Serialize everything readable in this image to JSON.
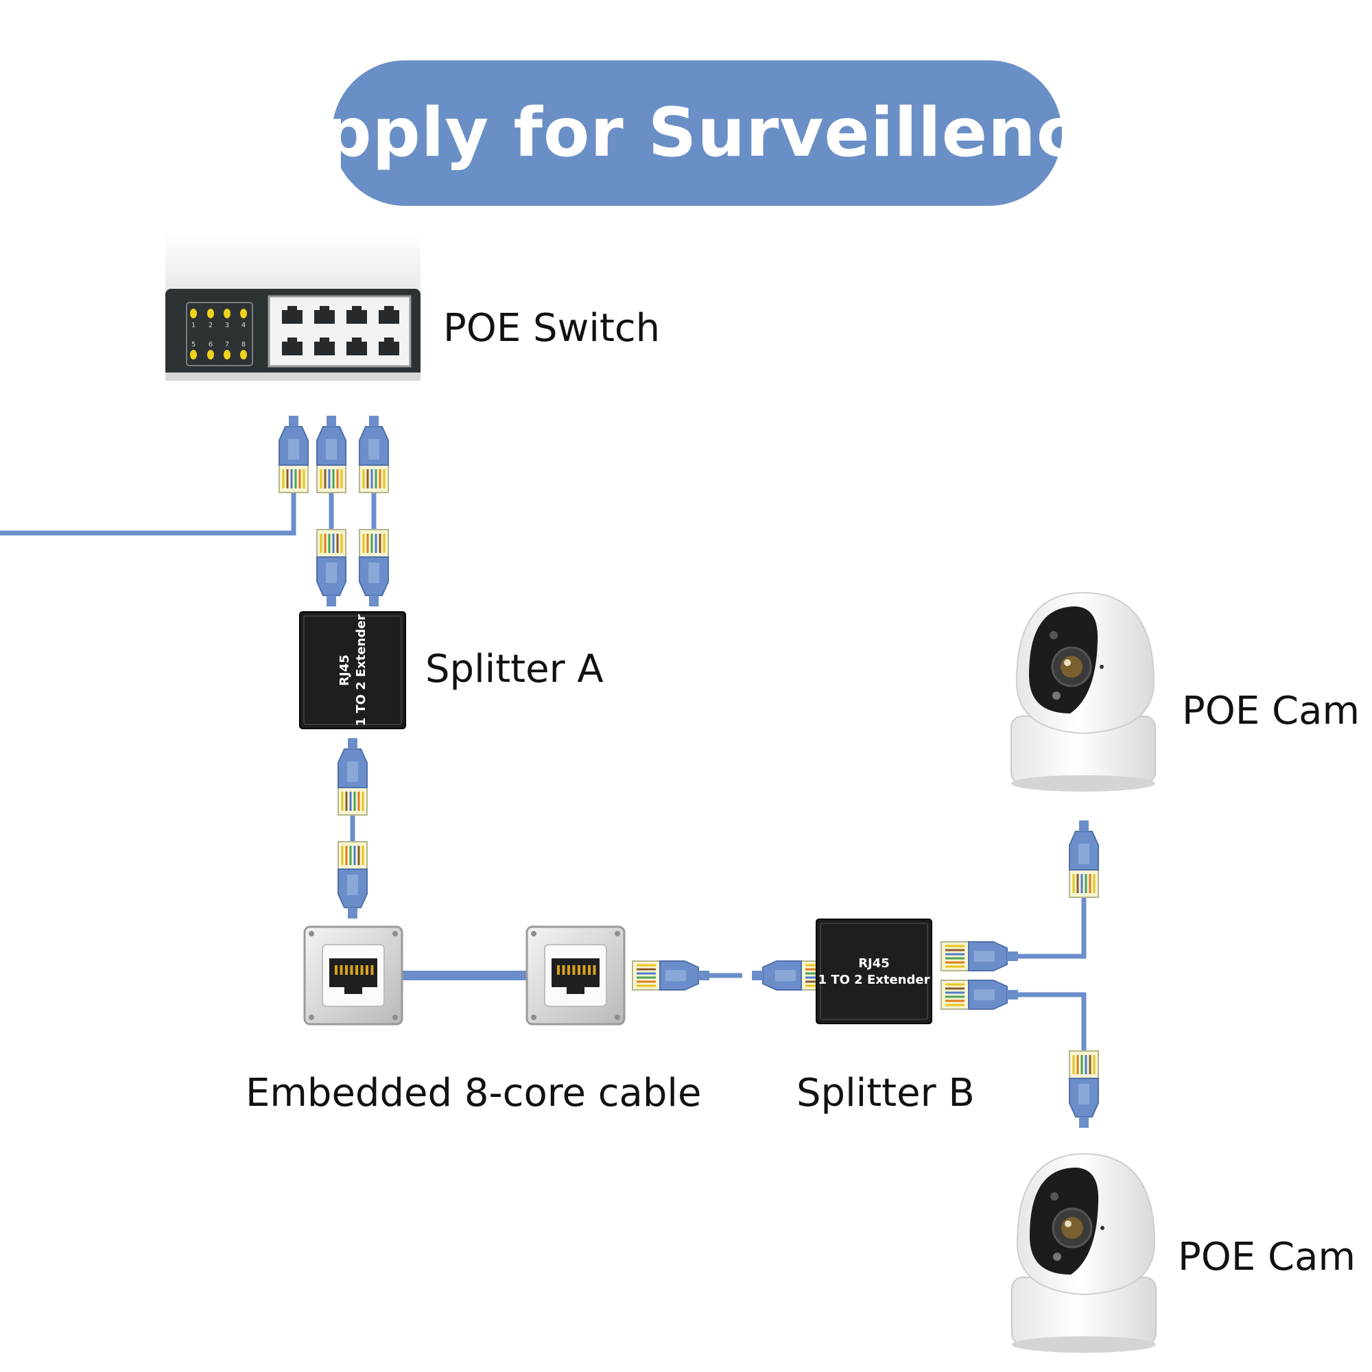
{
  "title": "Apply for Surveillence",
  "labels": {
    "poe_switch": "POE Switch",
    "splitter_a": "Splitter A",
    "poe_cam_top": "POE Cam",
    "embedded_cable": "Embedded 8-core cable",
    "splitter_b": "Splitter B",
    "poe_cam_bottom": "POE Cam"
  },
  "switch_port_numbers": [
    "1",
    "2",
    "3",
    "4",
    "5",
    "6",
    "7",
    "8"
  ],
  "splitter_text": {
    "line1": "RJ45",
    "line2": "1 TO 2 Extender"
  },
  "colors": {
    "accent": "#6a8fc6",
    "cable": "#6b8ecb",
    "splitter_body": "#1e1e1e",
    "led": "#f1d21c"
  },
  "icons": [
    "poe-switch-icon",
    "rj45-plug-icon",
    "splitter-icon",
    "wall-socket-icon",
    "camera-icon"
  ]
}
